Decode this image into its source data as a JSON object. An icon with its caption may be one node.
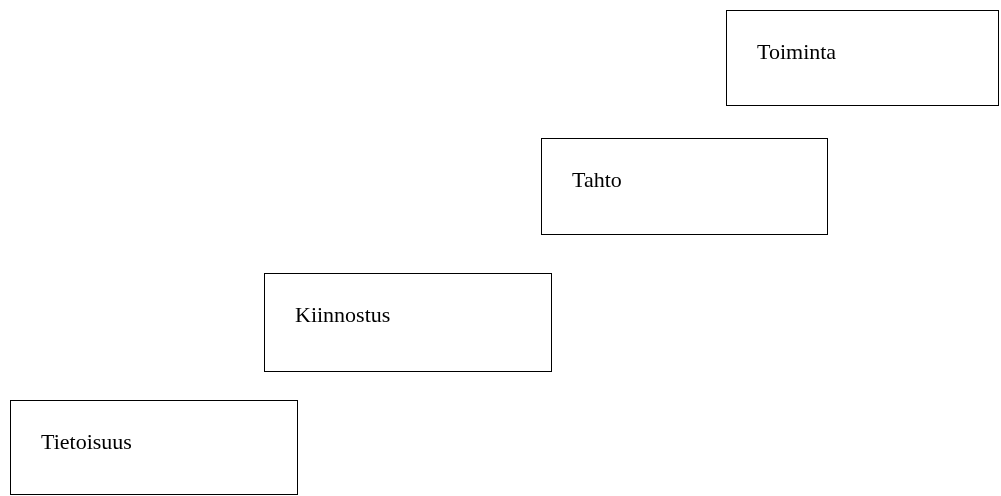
{
  "diagram": {
    "nodes": [
      {
        "text": [
          "Toiminta"
        ]
      },
      {
        "text": [
          "Tahto"
        ]
      },
      {
        "text": [
          "Kiinnostus"
        ]
      },
      {
        "text": [
          "Tietoisuus"
        ]
      }
    ]
  }
}
